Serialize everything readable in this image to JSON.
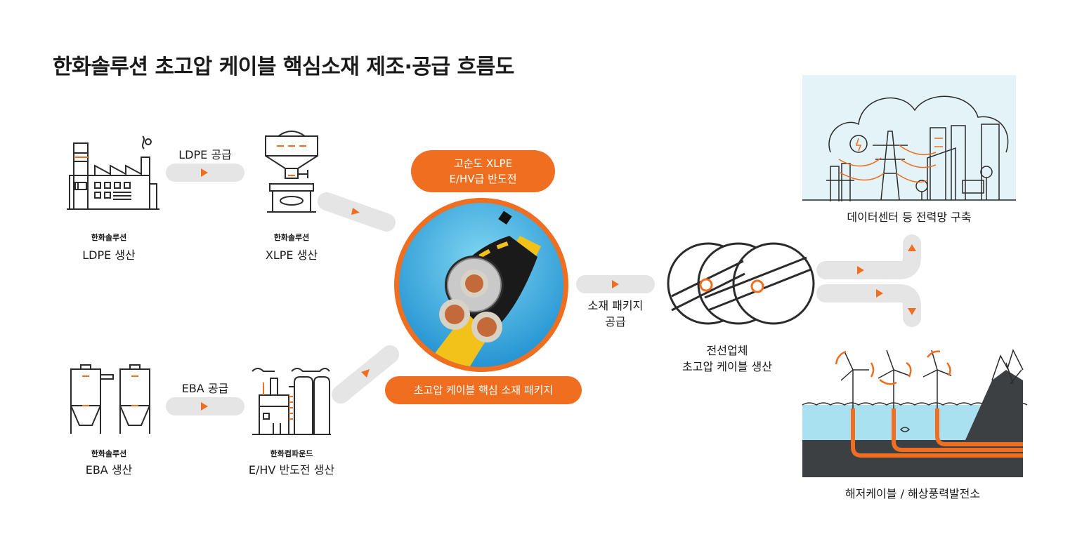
{
  "title": "한화솔루션 초고압 케이블 핵심소재 제조·공급 흐름도",
  "colors": {
    "accent": "#ef6e20",
    "line": "#2b2b2b",
    "pill": "#e5e5e5",
    "sea": "#a9e1f0",
    "seabed": "#3d4043",
    "sky": "#e3f3f8"
  },
  "nodes": {
    "ldpe": {
      "company": "한화솔루션",
      "label": "LDPE 생산",
      "icon": "factory-icon"
    },
    "xlpe": {
      "company": "한화솔루션",
      "label": "XLPE 생산",
      "icon": "reactor-icon"
    },
    "eba": {
      "company": "한화솔루션",
      "label": "EBA 생산",
      "icon": "silo-icon"
    },
    "ehv": {
      "company": "한화컴파운드",
      "label": "E/HV 반도전 생산",
      "icon": "chemical-plant-icon"
    },
    "cable_maker": {
      "label_line1": "전선업체",
      "label_line2": "초고압 케이블 생산",
      "icon": "cable-drum-icon"
    },
    "datacenter": {
      "label": "데이터센터 등 전력망 구축",
      "icon": "power-grid-city-icon"
    },
    "offshore": {
      "label": "해저케이블 / 해상풍력발전소",
      "icon": "offshore-wind-icon"
    }
  },
  "flows": {
    "ldpe_supply": "LDPE 공급",
    "eba_supply": "EBA 공급",
    "package_supply_line1": "소재 패키지",
    "package_supply_line2": "공급"
  },
  "center": {
    "top_badge_line1": "고순도 XLPE",
    "top_badge_line2": "E/HV급 반도전",
    "bottom_badge": "초고압 케이블 핵심 소재 패키지",
    "image": "cable-cross-section-icon"
  }
}
